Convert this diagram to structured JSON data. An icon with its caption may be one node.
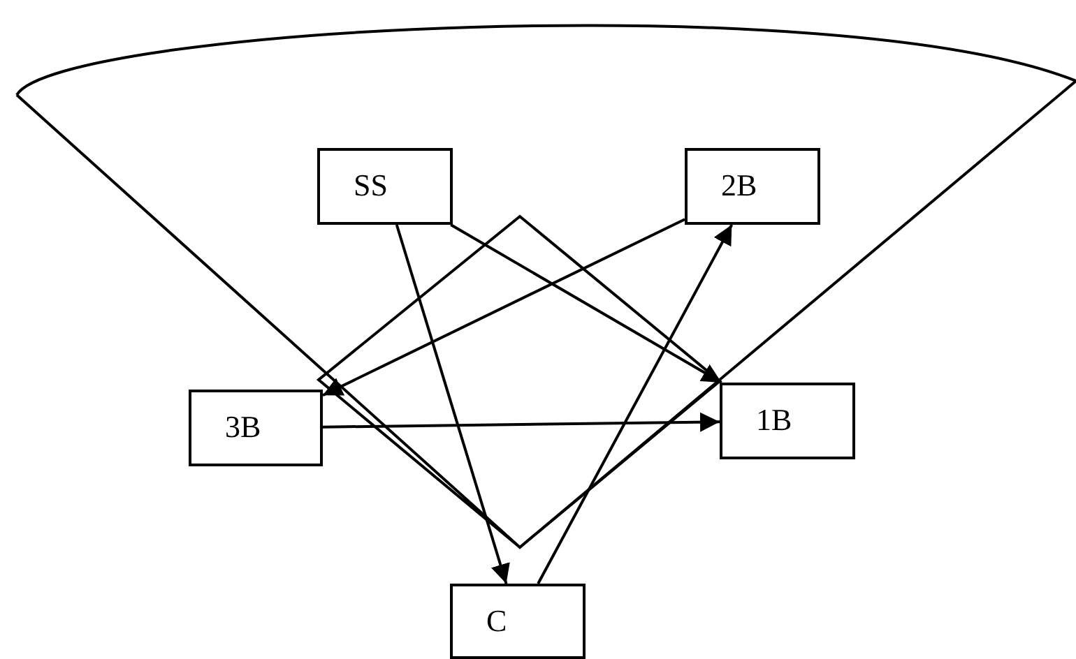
{
  "diagram": {
    "nodes": [
      {
        "text": [
          "SS"
        ]
      },
      {
        "text": [
          "2B"
        ]
      },
      {
        "text": [
          "3B"
        ]
      },
      {
        "text": [
          "1B"
        ]
      },
      {
        "text": [
          "C"
        ]
      }
    ],
    "edges": [
      {
        "from": 0,
        "to": 4,
        "arrow": "to"
      },
      {
        "from": 4,
        "to": 1,
        "arrow": "to"
      },
      {
        "from": 1,
        "to": 2,
        "arrow": "to"
      },
      {
        "from": 2,
        "to": 3,
        "arrow": "to"
      },
      {
        "from": 0,
        "to": 3,
        "arrow": "to"
      }
    ]
  }
}
